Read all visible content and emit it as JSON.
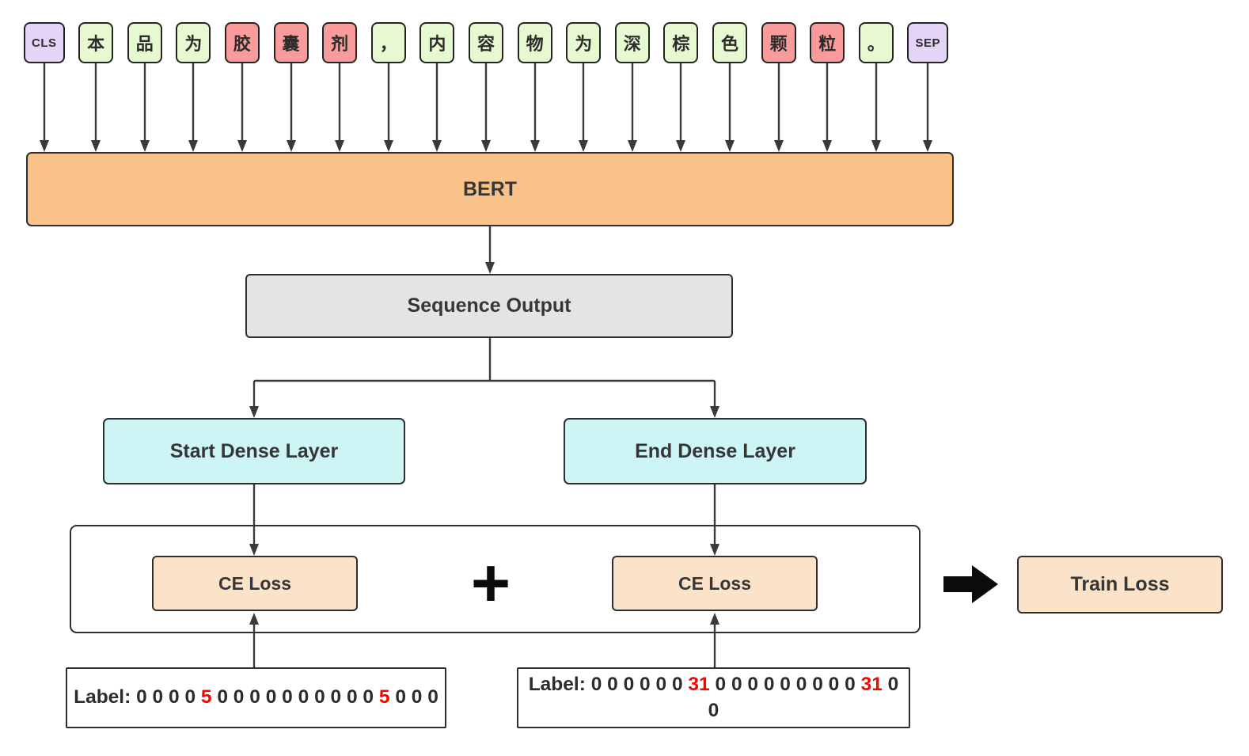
{
  "diagram": {
    "tokens": [
      {
        "text": "CLS",
        "type": "special"
      },
      {
        "text": "本",
        "type": "normal"
      },
      {
        "text": "品",
        "type": "normal"
      },
      {
        "text": "为",
        "type": "normal"
      },
      {
        "text": "胶",
        "type": "entity"
      },
      {
        "text": "囊",
        "type": "entity"
      },
      {
        "text": "剂",
        "type": "entity"
      },
      {
        "text": "，",
        "type": "normal"
      },
      {
        "text": "内",
        "type": "normal"
      },
      {
        "text": "容",
        "type": "normal"
      },
      {
        "text": "物",
        "type": "normal"
      },
      {
        "text": "为",
        "type": "normal"
      },
      {
        "text": "深",
        "type": "normal"
      },
      {
        "text": "棕",
        "type": "normal"
      },
      {
        "text": "色",
        "type": "normal"
      },
      {
        "text": "颗",
        "type": "entity"
      },
      {
        "text": "粒",
        "type": "entity"
      },
      {
        "text": "。",
        "type": "normal"
      },
      {
        "text": "SEP",
        "type": "special"
      }
    ],
    "nodes": {
      "bert": "BERT",
      "sequence_output": "Sequence Output",
      "start_dense": "Start Dense Layer",
      "end_dense": "End Dense Layer",
      "ce_loss_start": "CE Loss",
      "ce_loss_end": "CE Loss",
      "plus": "+",
      "train_loss": "Train Loss"
    },
    "labels": {
      "start": {
        "prefix": "Label:",
        "values": [
          "0",
          "0",
          "0",
          "0",
          "5",
          "0",
          "0",
          "0",
          "0",
          "0",
          "0",
          "0",
          "0",
          "0",
          "0",
          "5",
          "0",
          "0",
          "0"
        ]
      },
      "end": {
        "prefix": "Label:",
        "values": [
          "0",
          "0",
          "0",
          "0",
          "0",
          "0",
          "31",
          "0",
          "0",
          "0",
          "0",
          "0",
          "0",
          "0",
          "0",
          "0",
          "31",
          "0",
          "0"
        ]
      }
    },
    "colors": {
      "token_special": "#e4d4f7",
      "token_normal": "#e7f9d1",
      "token_entity": "#f99b9b",
      "bert": "#f9c289",
      "sequence_output": "#e4e4e4",
      "dense": "#cdf5f6",
      "loss": "#fbe3c9",
      "label_highlight": "#fe0000",
      "wire": "#3a3a3a",
      "border": "#2e2e2e"
    }
  }
}
